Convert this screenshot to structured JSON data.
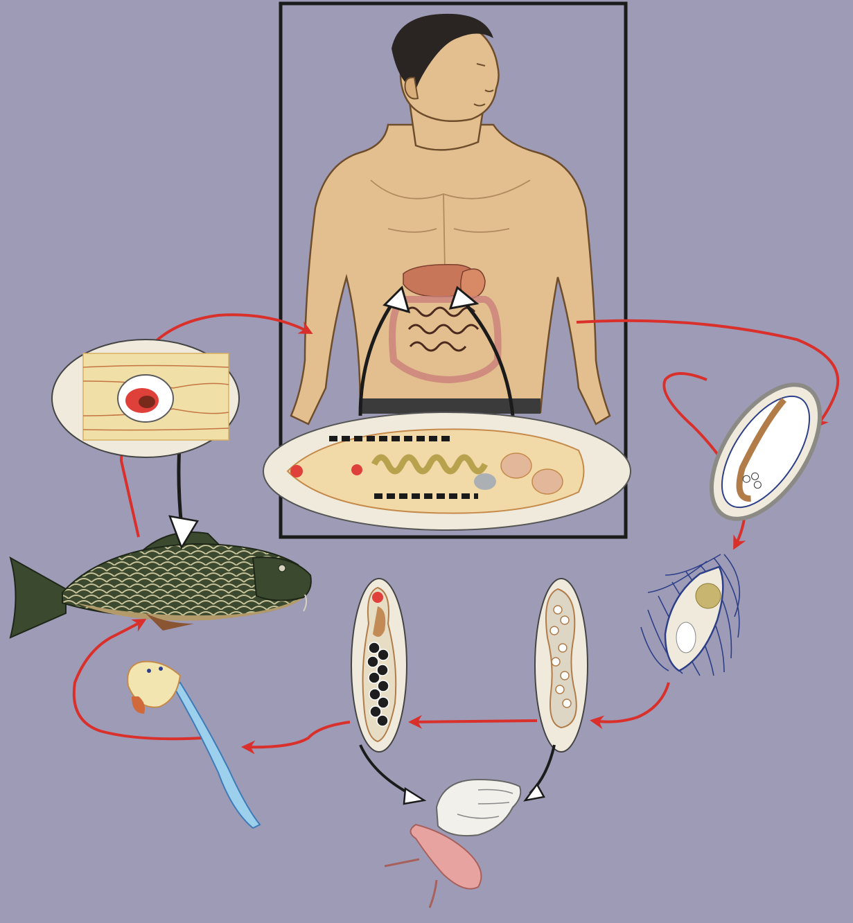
{
  "diagram": {
    "stages": [
      {
        "id": "definitive-host-human",
        "icon": "human-host-icon"
      },
      {
        "id": "adult-fluke",
        "icon": "adult-fluke-icon"
      },
      {
        "id": "egg",
        "icon": "egg-icon"
      },
      {
        "id": "miracidium",
        "icon": "miracidium-icon"
      },
      {
        "id": "sporocyst",
        "icon": "sporocyst-icon"
      },
      {
        "id": "redia",
        "icon": "redia-icon"
      },
      {
        "id": "first-intermediate-host-snail",
        "icon": "snail-icon"
      },
      {
        "id": "cercaria",
        "icon": "cercaria-icon"
      },
      {
        "id": "second-intermediate-host-fish",
        "icon": "fish-icon"
      },
      {
        "id": "metacercaria-cyst",
        "icon": "metacercaria-icon"
      }
    ],
    "colors": {
      "background": "#9e9bb6",
      "cycle_arrow": "#d9302b",
      "skin": "#e3bf8f",
      "hair": "#2a2522",
      "inset_fill": "#efeadb",
      "fish_body": "#3a4a2f",
      "snail_shell": "#f2f0ea",
      "snail_body": "#e7a3a0"
    }
  }
}
